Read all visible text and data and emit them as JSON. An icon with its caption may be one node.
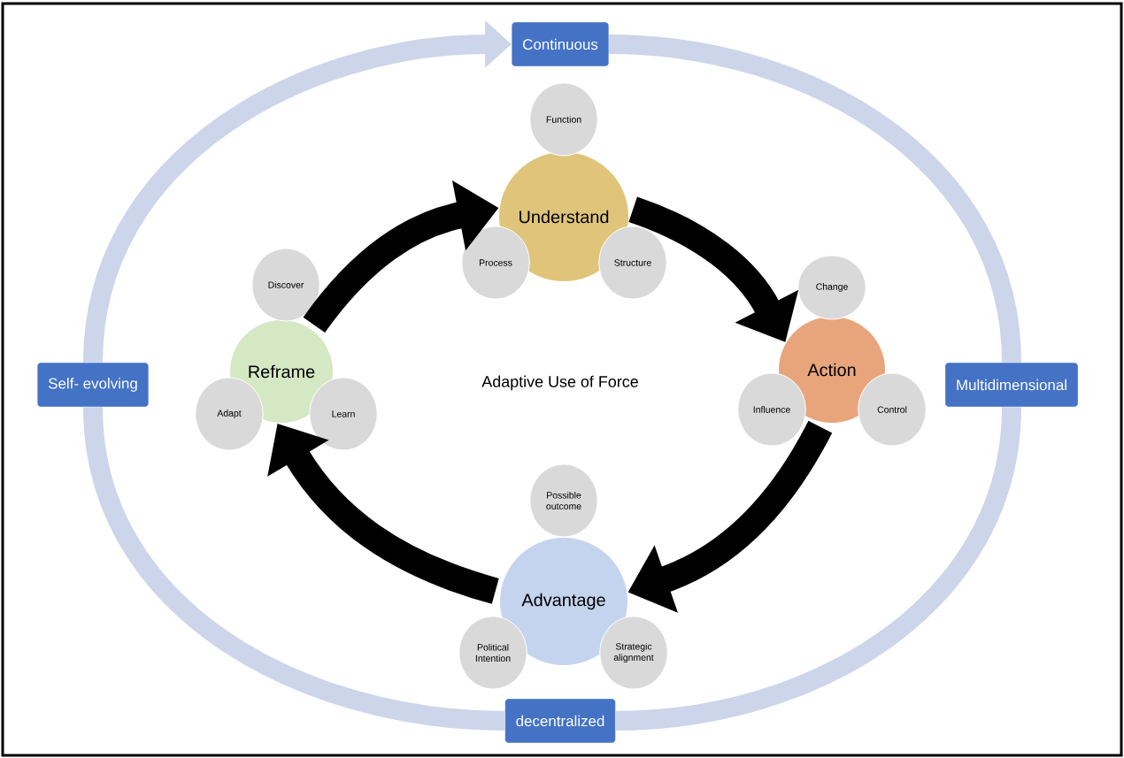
{
  "diagram": {
    "nodes": [
      {
        "text": [
          "Continuous"
        ]
      },
      {
        "text": [
          "Multidimensional"
        ]
      },
      {
        "text": [
          "decentralized"
        ]
      },
      {
        "text": [
          "Self- evolving"
        ]
      },
      {
        "text": [
          "Understand"
        ]
      },
      {
        "text": [
          "Function"
        ]
      },
      {
        "text": [
          "Process"
        ]
      },
      {
        "text": [
          "Structure"
        ]
      },
      {
        "text": [
          "Action"
        ]
      },
      {
        "text": [
          "Change"
        ]
      },
      {
        "text": [
          "Influence"
        ]
      },
      {
        "text": [
          "Control"
        ]
      },
      {
        "text": [
          "Advantage"
        ]
      },
      {
        "text": [
          "Possible outcome"
        ]
      },
      {
        "text": [
          "Political Intention"
        ]
      },
      {
        "text": [
          "Strategic alignment"
        ]
      },
      {
        "text": [
          "Reframe"
        ]
      },
      {
        "text": [
          "Discover"
        ]
      },
      {
        "text": [
          "Adapt"
        ]
      },
      {
        "text": [
          "Learn"
        ]
      }
    ],
    "edges": [
      {
        "from": 0,
        "to": 1,
        "arrow": "none",
        "color": "#cdd5ea"
      },
      {
        "from": 1,
        "to": 2,
        "arrow": "none",
        "color": "#cdd5ea"
      },
      {
        "from": 2,
        "to": 3,
        "arrow": "none",
        "color": "#cdd5ea"
      },
      {
        "from": 3,
        "to": 0,
        "arrow": "to",
        "color": "#cdd5ea"
      },
      {
        "from": 16,
        "to": 4,
        "arrow": "to",
        "color": "#000000"
      },
      {
        "from": 4,
        "to": 8,
        "arrow": "to",
        "color": "#000000"
      },
      {
        "from": 8,
        "to": 12,
        "arrow": "to",
        "color": "#000000"
      },
      {
        "from": 12,
        "to": 16,
        "arrow": "to",
        "color": "#000000"
      }
    ],
    "labels": [
      "Adaptive Use of Force"
    ]
  }
}
